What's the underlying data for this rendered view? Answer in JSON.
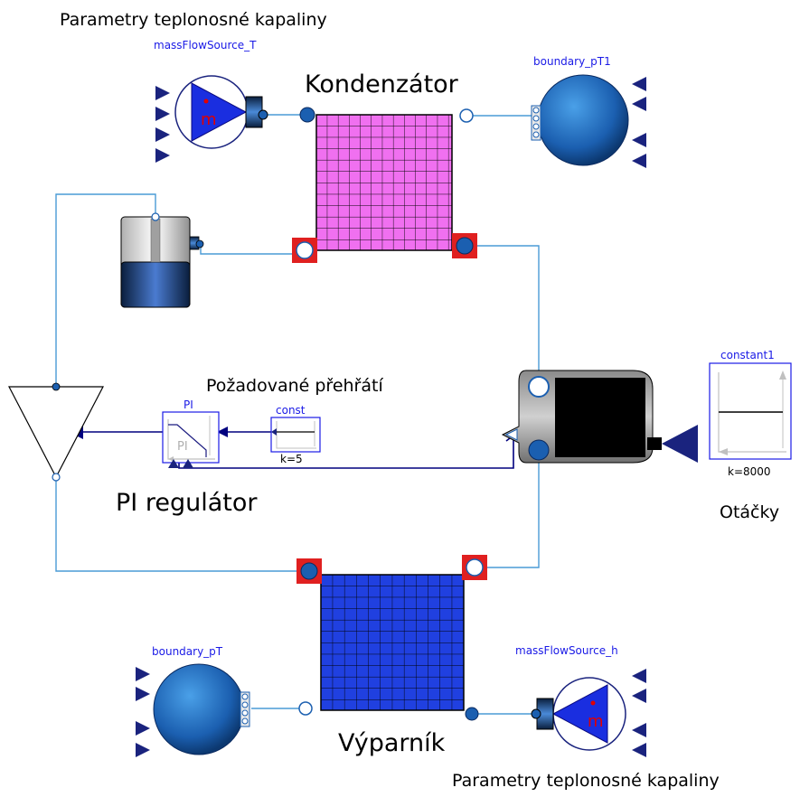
{
  "labels": {
    "top_param": "Parametry teplonosné kapaliny",
    "bottom_param": "Parametry teplonosné kapaliny",
    "condenser": "Kondenzátor",
    "evaporator": "Výparník",
    "pi_regulator": "PI regulátor",
    "superheat": "Požadované přehřátí",
    "speed": "Otáčky"
  },
  "components": {
    "mass_flow_top": "massFlowSource_T",
    "boundary_top": "boundary_pT1",
    "boundary_bottom": "boundary_pT",
    "mass_flow_bottom": "massFlowSource_h",
    "pi_block": "PI",
    "pi_inner": "PI",
    "const_block": "const",
    "const_value": "k=5",
    "constant1_block": "constant1",
    "constant1_value": "k=8000",
    "mdot_symbol": "m"
  },
  "colors": {
    "condenser_fill": "#f070f0",
    "evaporator_fill": "#2040e0",
    "connection_line": "#4a9bd6",
    "signal_line": "#00007f",
    "port_highlight": "#e02020",
    "component_blue": "#1f5fb5"
  }
}
